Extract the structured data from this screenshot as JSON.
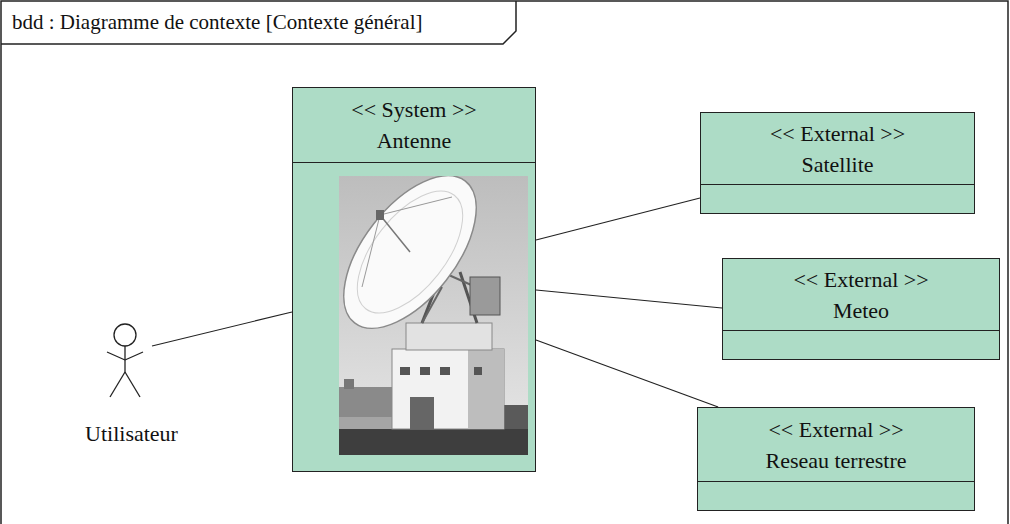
{
  "diagram": {
    "title": "bdd : Diagramme de contexte [Contexte général]",
    "nodes": [
      {
        "text": [
          "<< System >>",
          "Antenne"
        ]
      },
      {
        "text": [
          "<< External >>",
          "Satellite"
        ]
      },
      {
        "text": [
          "<< External >>",
          "Meteo"
        ]
      },
      {
        "text": [
          "Utilisateur"
        ]
      },
      {
        "text": [
          "<< External >>",
          "Reseau terrestre"
        ]
      }
    ],
    "edges": [
      {
        "from": 3,
        "to": 0,
        "arrow": "none"
      },
      {
        "from": 0,
        "to": 1,
        "arrow": "none"
      },
      {
        "from": 0,
        "to": 2,
        "arrow": "none"
      },
      {
        "from": 0,
        "to": 4,
        "arrow": "none"
      }
    ]
  }
}
